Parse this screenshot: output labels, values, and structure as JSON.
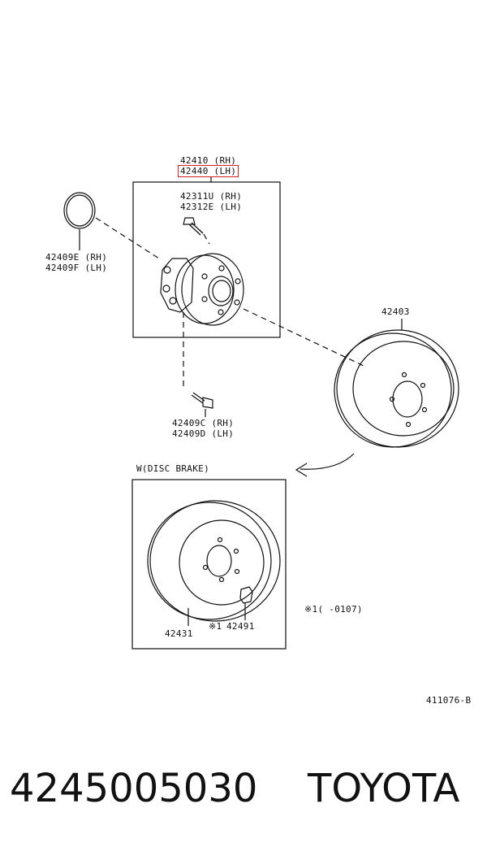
{
  "labels": {
    "hub_rh": "42410 (RH)",
    "hub_lh": "42440 (LH)",
    "bolt_rh": "42311U (RH)",
    "bolt_lh": "42312E (LH)",
    "cap_rh": "42409E (RH)",
    "cap_lh": "42409F (LH)",
    "mount_rh": "42409C (RH)",
    "mount_lh": "42409D (LH)",
    "drum": "42403",
    "disc_section": "W(DISC BRAKE)",
    "disc": "42431",
    "nut_mark": "※1",
    "nut": "42491",
    "note": "※1(      -0107)",
    "figure_code": "411076-B"
  },
  "footer": {
    "part_number": "4245005030",
    "brand": "TOYOTA"
  },
  "colors": {
    "highlight": "#d42020",
    "line": "#111111"
  }
}
